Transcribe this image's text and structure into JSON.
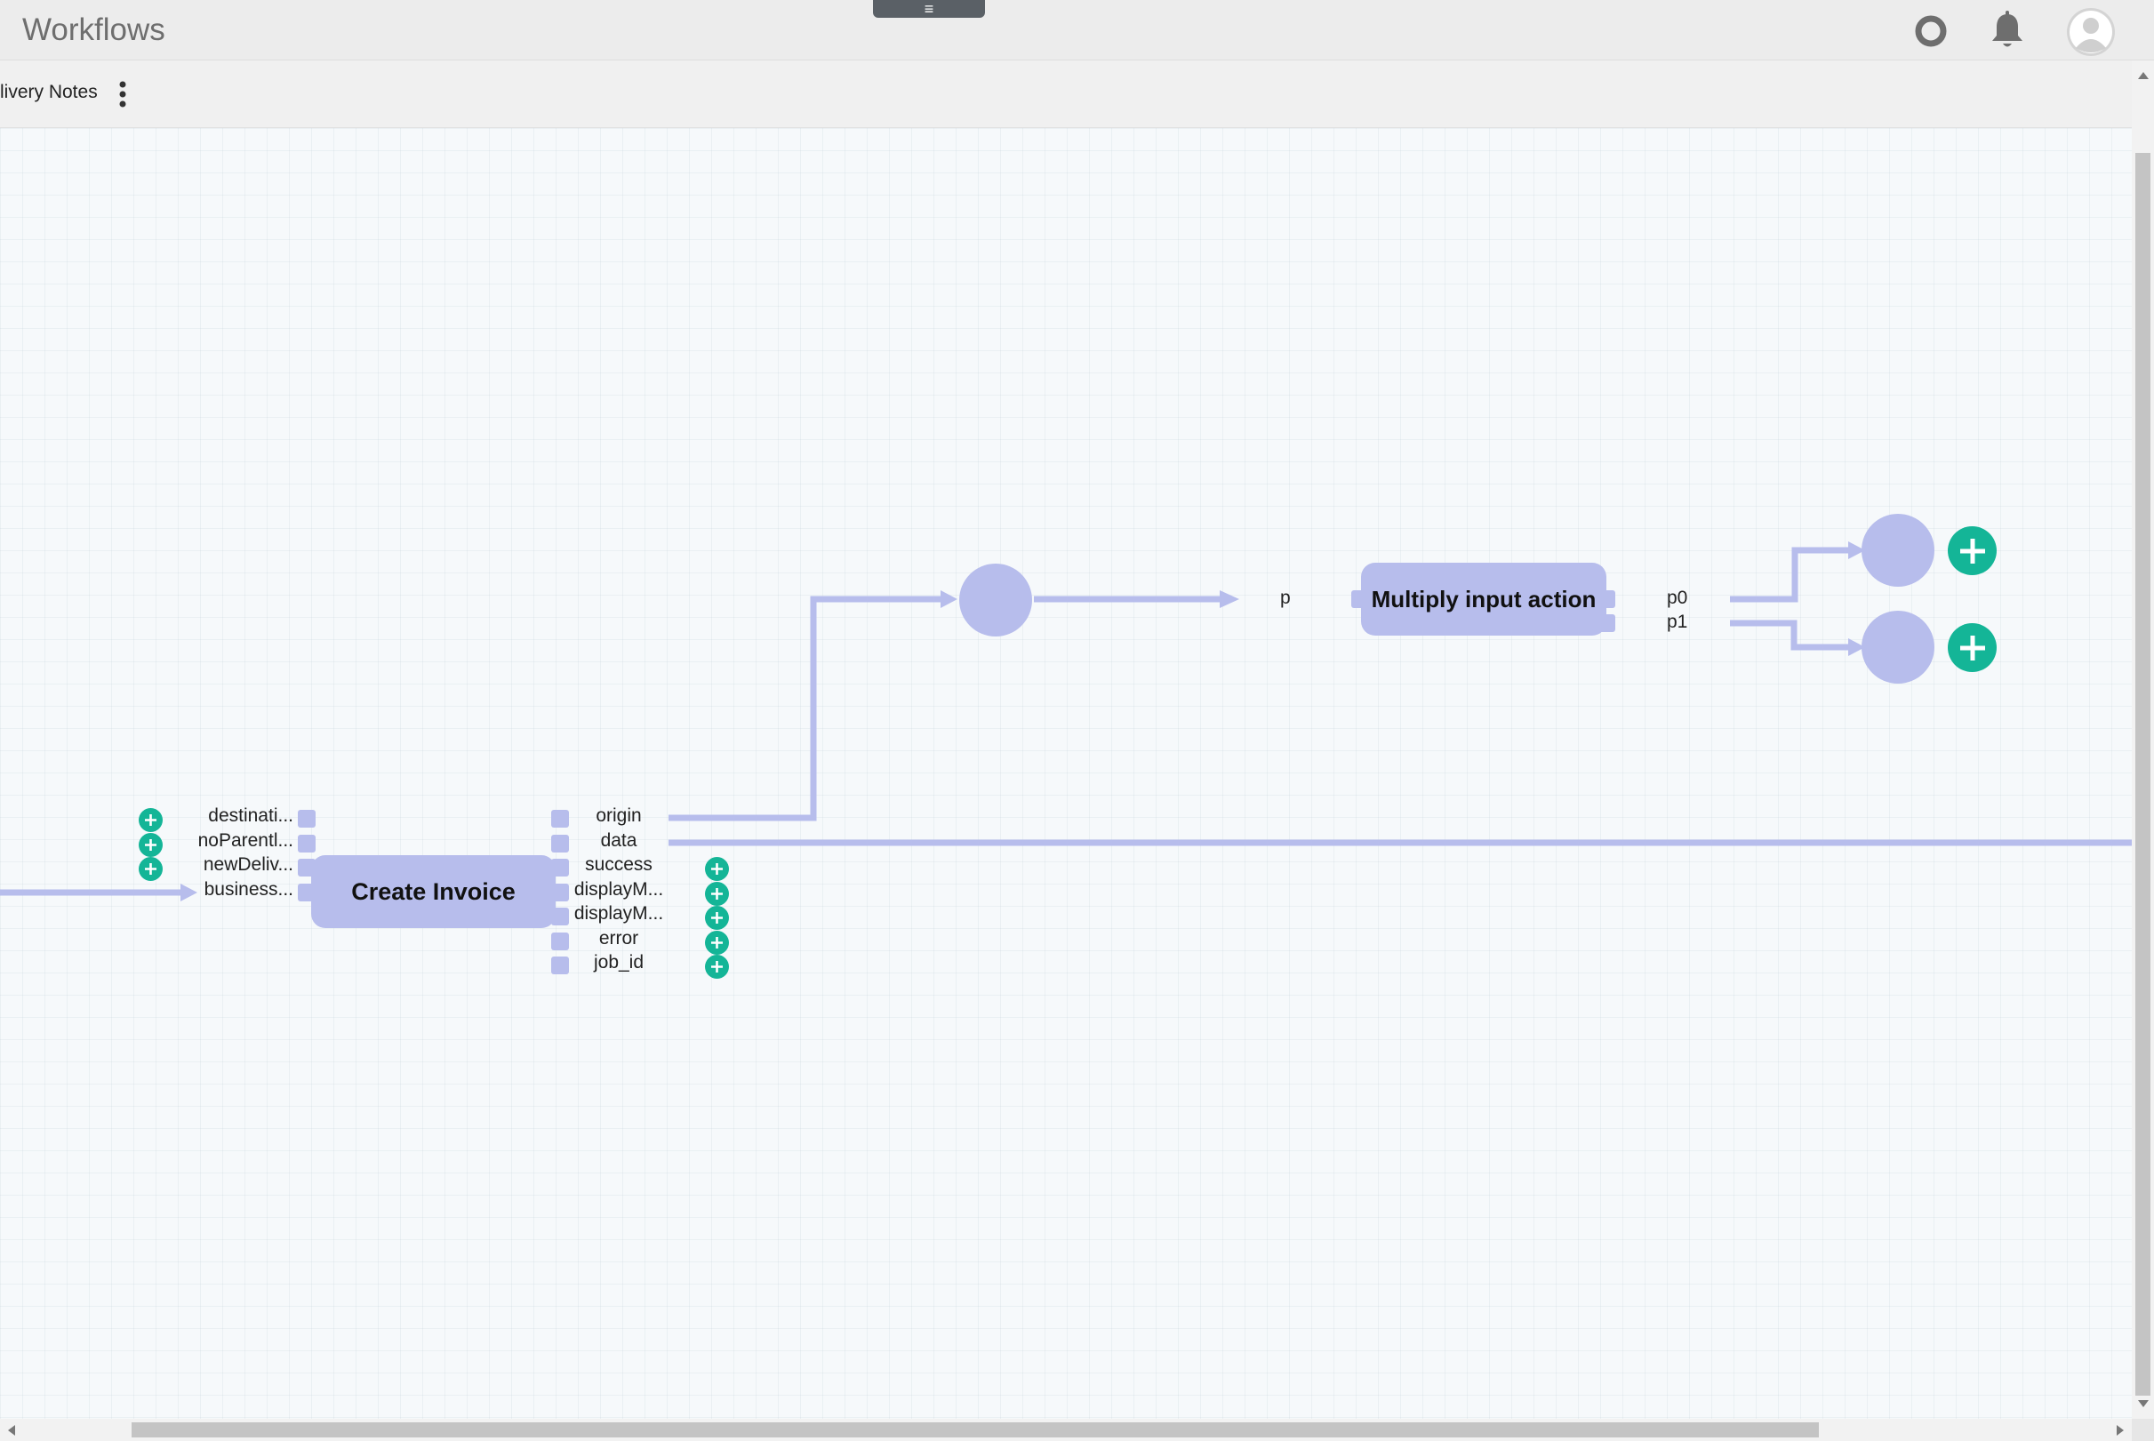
{
  "header": {
    "title": "Workflows",
    "menu_handle_glyph": "≡",
    "icons": [
      "record-icon",
      "bell-icon",
      "user-avatar-icon"
    ]
  },
  "subheader": {
    "breadcrumb": "livery Notes",
    "more_glyph": "⋮"
  },
  "canvas": {
    "create_invoice": {
      "title": "Create Invoice",
      "inputs": [
        "destinati...",
        "noParentl...",
        "newDeliv...",
        "business..."
      ],
      "outputs": [
        "origin",
        "data",
        "success",
        "displayM...",
        "displayM...",
        "error",
        "job_id"
      ]
    },
    "multiply": {
      "title": "Multiply input action",
      "input": "p",
      "outputs": [
        "p0",
        "p1"
      ]
    }
  },
  "colors": {
    "node": "#b7bdec",
    "wire": "#b7bdec",
    "add_button": "#14b597",
    "canvas_bg": "#f6f9fb"
  }
}
